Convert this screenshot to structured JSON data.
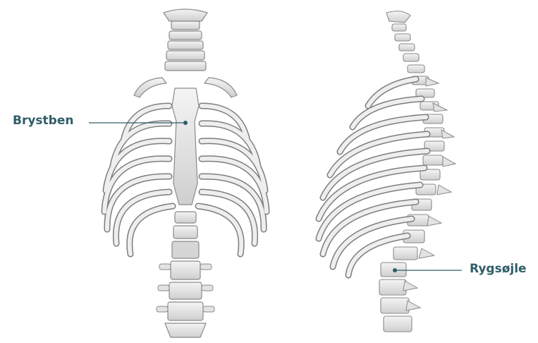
{
  "labels": {
    "sternum": "Brystben",
    "spine": "Rygsøjle"
  },
  "colors": {
    "label": "#2f5d68",
    "bone": "#e9e9e9",
    "bone_outline": "#8a8a8a",
    "bone_shadow": "#bdbdbd"
  },
  "figures": [
    "ribcage-front-view",
    "ribcage-side-view"
  ]
}
